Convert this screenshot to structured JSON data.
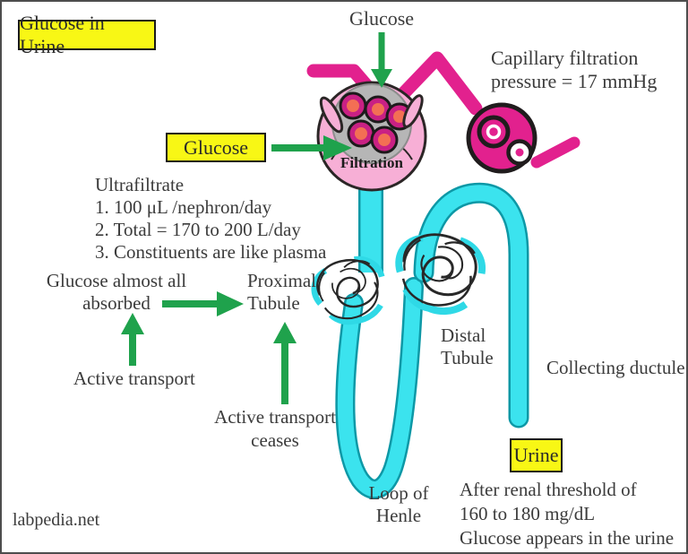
{
  "title_box": "Glucose in Urine",
  "top": {
    "glucose_label": "Glucose",
    "capillary_pressure": "Capillary filtration\npressure = 17 mmHg"
  },
  "glomerulus": {
    "filtration_label": "Filtration",
    "glucose_box": "Glucose"
  },
  "ultrafiltrate_note": "Ultrafiltrate\n1. 100 μL /nephron/day\n2. Total = 170 to 200 L/day\n3. Constituents are like plasma",
  "absorption": {
    "glucose_absorbed": "Glucose almost all\nabsorbed",
    "active_transport": "Active transport",
    "active_transport_ceases": "Active transport\nceases"
  },
  "tubules": {
    "proximal": "Proximal\nTubule",
    "distal": "Distal\nTubule",
    "collecting": "Collecting ductule",
    "loop_of_henle": "Loop of\nHenle"
  },
  "urine": {
    "box_label": "Urine",
    "threshold_note": "After renal threshold of\n160 to 180 mg/dL\nGlucose appears in the urine"
  },
  "watermark": "labpedia.net",
  "colors": {
    "vessel_magenta": "#e2218e",
    "tubule_cyan": "#3be3ee",
    "arrow_green": "#1fa24c",
    "highlight_yellow": "#f8f715",
    "capsule_pink": "#f7afd6"
  }
}
